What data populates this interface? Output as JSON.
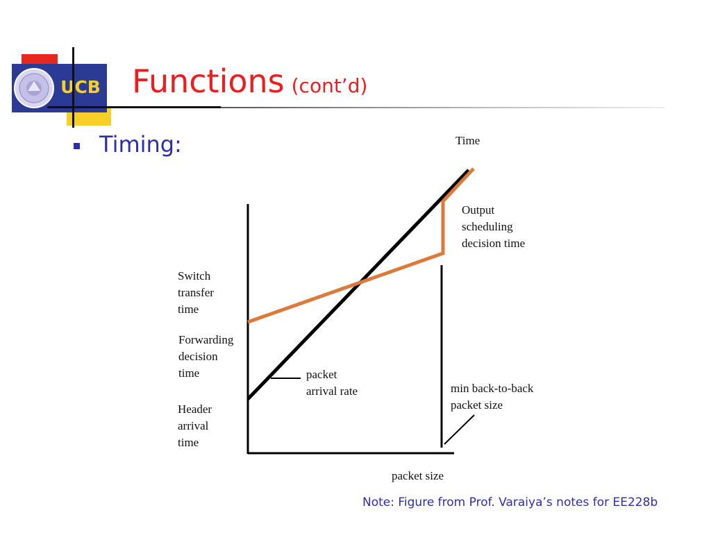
{
  "logo": {
    "text": "UCB"
  },
  "slide": {
    "title": "Functions",
    "title_suffix": "(cont’d)",
    "bullet": "Timing:"
  },
  "diagram": {
    "y_axis_label": "Time",
    "x_axis_label": "packet size",
    "labels": {
      "switch_transfer": "Switch\ntransfer\ntime",
      "forwarding_decision": "Forwarding\ndecision\ntime",
      "header_arrival": "Header\narrival\ntime",
      "packet_arrival_rate": "packet\narrival rate",
      "min_back_to_back": "min  back-to-back\npacket size",
      "output_scheduling": "Output\nscheduling\ndecision time"
    },
    "colors": {
      "arrival_line": "#000000",
      "processing_line": "#dc7a3c"
    }
  },
  "footer": {
    "note": "Note: Figure from Prof. Varaiya’s notes for EE228b"
  }
}
